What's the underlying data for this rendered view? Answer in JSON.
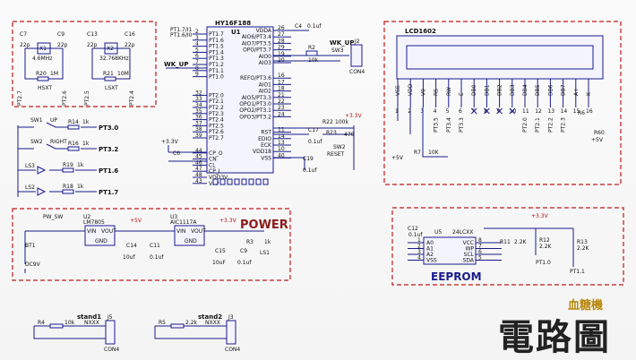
{
  "title": "電路圖",
  "subtitle": "血糖機",
  "sections": {
    "power": "POWER",
    "eeprom": "EEPROM"
  },
  "mcu": {
    "name": "HY16F188",
    "ref": "U1",
    "left_pins": [
      {
        "num": "2",
        "name": "PT1.7"
      },
      {
        "num": "3",
        "name": "PT1.6"
      },
      {
        "num": "4",
        "name": "PT1.5"
      },
      {
        "num": "5",
        "name": "PT1.4"
      },
      {
        "num": "6",
        "name": "PT1.3"
      },
      {
        "num": "7",
        "name": "PT1.2"
      },
      {
        "num": "8",
        "name": "PT1.1"
      },
      {
        "num": "9",
        "name": "PT1.0"
      },
      {
        "num": "32",
        "name": "PT2.0"
      },
      {
        "num": "33",
        "name": "PT2.1"
      },
      {
        "num": "34",
        "name": "PT2.2"
      },
      {
        "num": "35",
        "name": "PT2.3"
      },
      {
        "num": "36",
        "name": "PT2.4"
      },
      {
        "num": "37",
        "name": "PT2.5"
      },
      {
        "num": "38",
        "name": "PT2.6"
      },
      {
        "num": "39",
        "name": "PT2.7"
      },
      {
        "num": "44",
        "name": "CP_O"
      },
      {
        "num": "45",
        "name": "CN"
      },
      {
        "num": "46",
        "name": "CL"
      },
      {
        "num": "47",
        "name": "CP_I"
      },
      {
        "num": "48",
        "name": "VDD3V"
      },
      {
        "num": "43",
        "name": "VPP"
      }
    ],
    "right_pins": [
      {
        "num": "26",
        "name": "VDDA"
      },
      {
        "num": "27",
        "name": "AIO6/PT3.4"
      },
      {
        "num": "28",
        "name": "AIO7/PT3.5"
      },
      {
        "num": "29",
        "name": "OPO/PT3.7"
      },
      {
        "num": "19",
        "name": "AIO0"
      },
      {
        "num": "20",
        "name": "AIO3"
      },
      {
        "num": "16",
        "name": "REFO/PT3.6"
      },
      {
        "num": "17",
        "name": "AIO1"
      },
      {
        "num": "18",
        "name": "AIO2"
      },
      {
        "num": "21",
        "name": "AIO5/PT3.3"
      },
      {
        "num": "22",
        "name": "OPO1/PT3.0"
      },
      {
        "num": "23",
        "name": "OPO2/PT3.1"
      },
      {
        "num": "24",
        "name": "OPO3/PT3.2"
      },
      {
        "num": "11",
        "name": "RST"
      },
      {
        "num": "14",
        "name": "EDIO"
      },
      {
        "num": "13",
        "name": "ECK"
      },
      {
        "num": "10",
        "name": "VDD18"
      },
      {
        "num": "40",
        "name": "VSS"
      }
    ],
    "nets_left": [
      "PT1.7/I1",
      "PT1.6/I0",
      "WK_UP"
    ],
    "nets_right": [
      "C4",
      "0.1uf",
      "R2",
      "10k",
      "WK_UP",
      "SW3",
      "J2",
      "CON4",
      "R22",
      "100k",
      "C17",
      "0.1uf",
      "R23",
      "470",
      "+3.3V",
      "SW2",
      "RESET",
      "C19",
      "0.1uf",
      "C6",
      "+3.3V"
    ]
  },
  "crystals": [
    {
      "ref": "X1",
      "value": "4.6MHz",
      "cl": [
        "C7",
        "C9"
      ],
      "cv": [
        "22p",
        "22p"
      ],
      "r": "R20",
      "rv": "1M",
      "net": "HSXT",
      "pins": [
        "PT2.7",
        "PT2.6"
      ]
    },
    {
      "ref": "X2",
      "value": "32.768KHz",
      "cl": [
        "C13",
        "C16"
      ],
      "cv": [
        "22p",
        "22p"
      ],
      "r": "R21",
      "rv": "10M",
      "net": "LSXT",
      "pins": [
        "PT2.5",
        "PT2.4"
      ]
    }
  ],
  "switches": [
    {
      "ref": "SW1",
      "label": "UP",
      "r": "R14",
      "rv": "1k",
      "net": "PT3.0"
    },
    {
      "ref": "SW2",
      "label": "RIGHT",
      "r": "R16",
      "rv": "1k",
      "net": "PT3.2"
    }
  ],
  "leds": [
    {
      "ref": "LS3",
      "r": "R19",
      "rv": "1k",
      "net": "PT1.6"
    },
    {
      "ref": "LS2",
      "r": "R18",
      "rv": "1k",
      "net": "PT1.7"
    }
  ],
  "lcd": {
    "name": "LCD1602",
    "pins": [
      "VSS",
      "VDD",
      "V0",
      "RS",
      "RW",
      "E",
      "DB0",
      "DB1",
      "DB2",
      "DB3",
      "DB4",
      "DB5",
      "DB6",
      "DB7",
      "A+",
      "K-"
    ],
    "nums": [
      "1",
      "2",
      "3",
      "4",
      "5",
      "6",
      "7",
      "8",
      "9",
      "10",
      "11",
      "12",
      "13",
      "14",
      "15",
      "16"
    ],
    "nets": [
      "PT3.5",
      "PT3.4",
      "PT3.3",
      "PT2.0",
      "PT2.1",
      "PT2.2",
      "PT2.3"
    ],
    "parts": [
      "R7",
      "10K",
      "R60",
      "+5V",
      "R6",
      "+5V"
    ]
  },
  "power": {
    "bat": "BT1",
    "bat_v": "DC9V",
    "switch": "PW_SW",
    "reg1": {
      "ref": "U2",
      "name": "LM7805",
      "vin": "VIN",
      "vout": "VOUT",
      "gnd": "GND"
    },
    "reg2": {
      "ref": "U3",
      "name": "AIC1117A",
      "vin": "VIN",
      "vout": "VOUT",
      "gnd": "GND"
    },
    "rail1": "+5V",
    "rail2": "+3.3V",
    "caps": [
      {
        "ref": "C14",
        "v": "10uf"
      },
      {
        "ref": "C11",
        "v": "0.1uf"
      },
      {
        "ref": "C15",
        "v": "10uF"
      },
      {
        "ref": "C9",
        "v": "0.1uf"
      }
    ],
    "r": "R3",
    "rv": "1k",
    "led": "LS1"
  },
  "eeprom": {
    "ref": "U5",
    "name": "24LCXX",
    "cap": "C12",
    "cap_v": "0.1uf",
    "rail": "+3.3V",
    "pins_l": [
      {
        "n": "1",
        "s": "A0"
      },
      {
        "n": "2",
        "s": "A1"
      },
      {
        "n": "3",
        "s": "A2"
      },
      {
        "n": "4",
        "s": "VSS"
      }
    ],
    "pins_r": [
      {
        "n": "8",
        "s": "VCC"
      },
      {
        "n": "7",
        "s": "WP"
      },
      {
        "n": "6",
        "s": "SCL"
      },
      {
        "n": "5",
        "s": "SDA"
      }
    ],
    "resistors": [
      {
        "ref": "R11",
        "v": "2.2K"
      },
      {
        "ref": "R12",
        "v": "2.2K"
      },
      {
        "ref": "R13",
        "v": "2.2K"
      }
    ],
    "nets": [
      "PT1.0",
      "PT1.1"
    ]
  },
  "stands": [
    {
      "name": "stand1",
      "r": "R4",
      "rv": "10k",
      "j": "J5",
      "con": "CON4",
      "pin": "NXXX"
    },
    {
      "name": "stand2",
      "r": "R5",
      "rv": "2.2k",
      "j": "J3",
      "con": "CON4",
      "pin": "NXXX"
    }
  ]
}
